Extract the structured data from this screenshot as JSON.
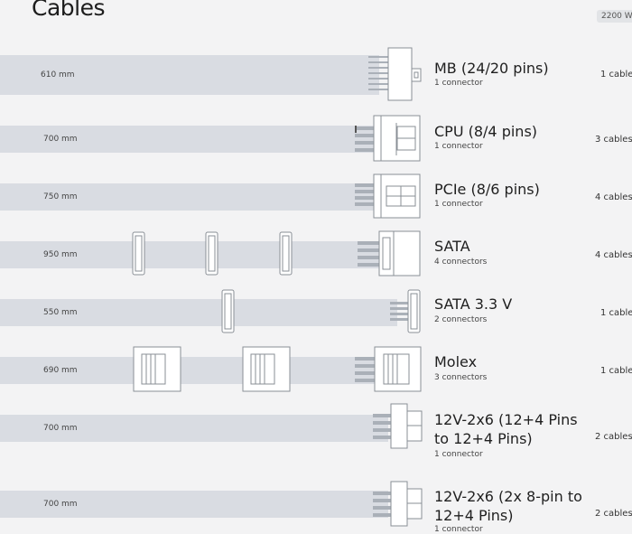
{
  "header": {
    "title": "Cables",
    "wattage": "2200 W"
  },
  "cables": [
    {
      "name": "MB (24/20 pins)",
      "connectors": "1 connector",
      "length": "610 mm",
      "count": "1 cable"
    },
    {
      "name": "CPU (8/4 pins)",
      "connectors": "1 connector",
      "length": "700 mm",
      "count": "3 cables"
    },
    {
      "name": "PCIe (8/6 pins)",
      "connectors": "1 connector",
      "length": "750 mm",
      "count": "4 cables"
    },
    {
      "name": "SATA",
      "connectors": "4 connectors",
      "length": "950 mm",
      "count": "4 cables"
    },
    {
      "name": "SATA 3.3 V",
      "connectors": "2 connectors",
      "length": "550 mm",
      "count": "1 cable"
    },
    {
      "name": "Molex",
      "connectors": "3 connectors",
      "length": "690 mm",
      "count": "1 cable"
    },
    {
      "name": "12V-2x6 (12+4 Pins to 12+4 Pins)",
      "connectors": "1 connector",
      "length": "700 mm",
      "count": "2 cables"
    },
    {
      "name": "12V-2x6 (2x 8-pin to 12+4 Pins)",
      "connectors": "1 connector",
      "length": "700 mm",
      "count": "2 cables"
    }
  ]
}
